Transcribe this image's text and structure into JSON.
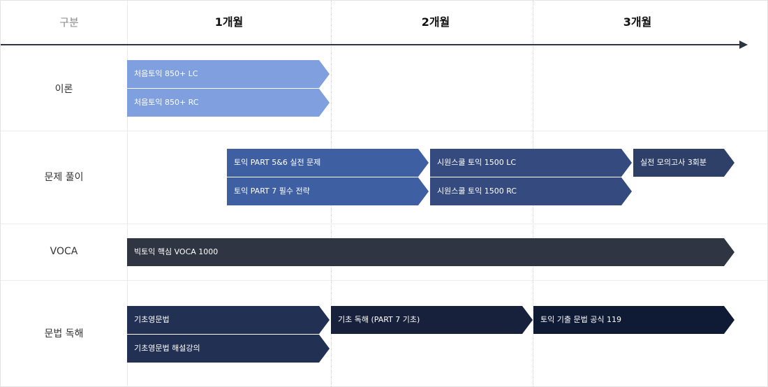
{
  "header": {
    "category": "구분",
    "months": [
      "1개월",
      "2개월",
      "3개월"
    ]
  },
  "rows": [
    {
      "label": "이론",
      "items": [
        "처음토익 850+ LC",
        "처음토익 850+ RC"
      ]
    },
    {
      "label": "문제 풀이",
      "items": [
        "토익 PART 5&6 실전 문제",
        "토익 PART 7 필수 전략",
        "시원스쿨 토익 1500 LC",
        "시원스쿨 토익 1500 RC",
        "실전 모의고사 3회분"
      ]
    },
    {
      "label": "VOCA",
      "items": [
        "빅토익 핵심 VOCA 1000"
      ]
    },
    {
      "label": "문법 독해",
      "items": [
        "기초영문법",
        "기초영문법 해설강의",
        "기초 독해 (PART 7 기초)",
        "토익 기출 문법 공식 119"
      ]
    }
  ],
  "colors": {
    "axis": "#2d3444",
    "theory": "#7f9fdf",
    "practice_1": "#3f5fa3",
    "practice_2": "#354b80",
    "practice_3": "#2e3f68",
    "voca": "#2f3543",
    "grammar_1": "#213053",
    "grammar_2": "#18213b",
    "grammar_3": "#0f1a35"
  }
}
